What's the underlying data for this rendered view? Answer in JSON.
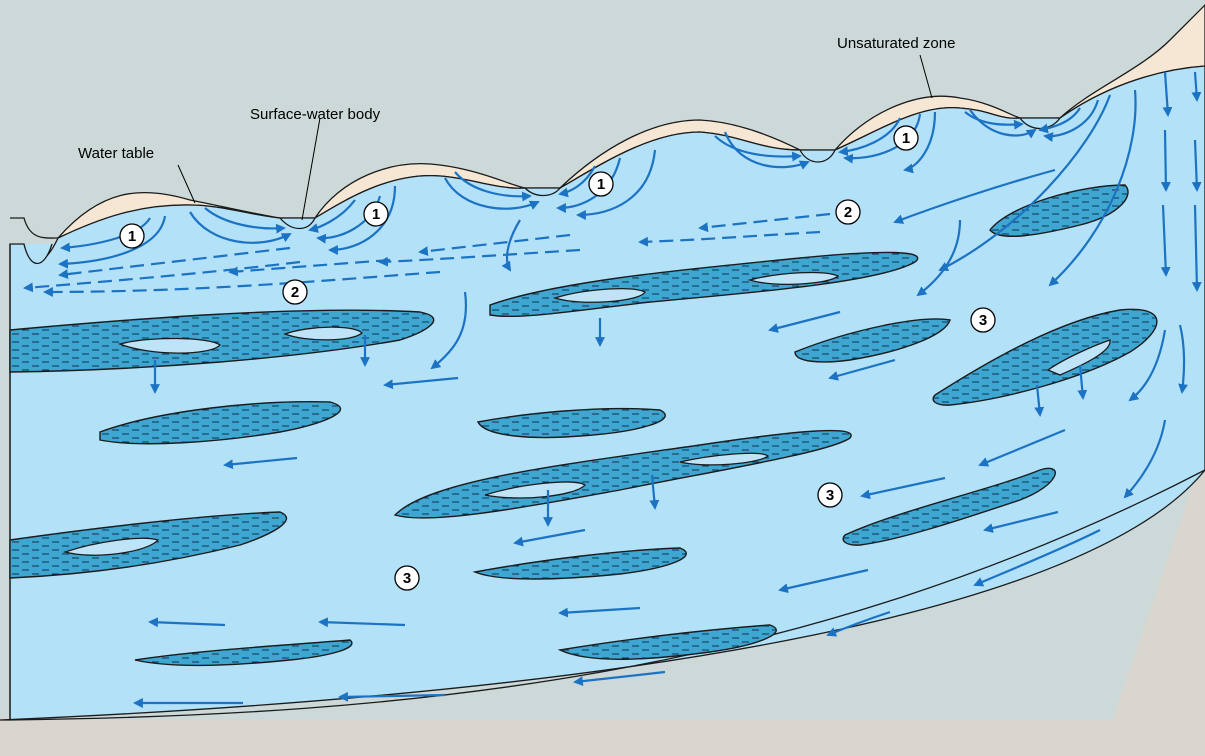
{
  "labels": {
    "water_table": "Water table",
    "surface_water_body": "Surface-water body",
    "unsaturated_zone": "Unsaturated zone"
  },
  "markers": [
    "1",
    "1",
    "1",
    "1",
    "2",
    "2",
    "3",
    "3",
    "3"
  ],
  "colors": {
    "background": "#cdd9d9",
    "saturated_zone": "#b3e1f8",
    "unsaturated_zone": "#f6e7d5",
    "confining_unit": "#3fa6d2",
    "flow_arrow": "#1c73c4",
    "bedrock": "#d8d6cf"
  }
}
